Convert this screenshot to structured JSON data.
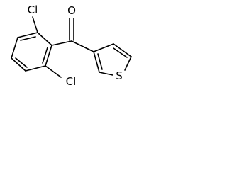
{
  "molecule": {
    "atoms": {
      "oxygen": "O",
      "chlorine_top": "Cl",
      "chlorine_bottom": "Cl",
      "sulfur": "S"
    }
  }
}
